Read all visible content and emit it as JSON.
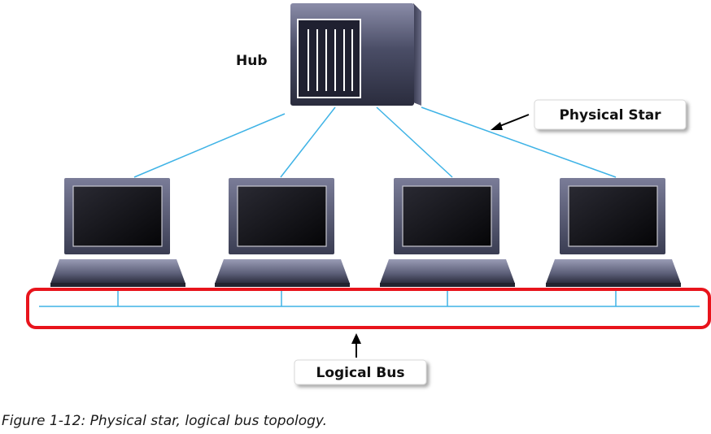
{
  "hub": {
    "label": "Hub"
  },
  "callouts": {
    "physical_star": "Physical Star",
    "logical_bus": "Logical Bus"
  },
  "laptops": [
    {
      "id": "laptop-1"
    },
    {
      "id": "laptop-2"
    },
    {
      "id": "laptop-3"
    },
    {
      "id": "laptop-4"
    }
  ],
  "colors": {
    "link": "#3fb3e6",
    "bus_outline": "#e8141c",
    "device_body": "#3a3d52",
    "screen": "#0d0d12"
  },
  "caption": "Figure 1-12: Physical star, logical bus topology."
}
